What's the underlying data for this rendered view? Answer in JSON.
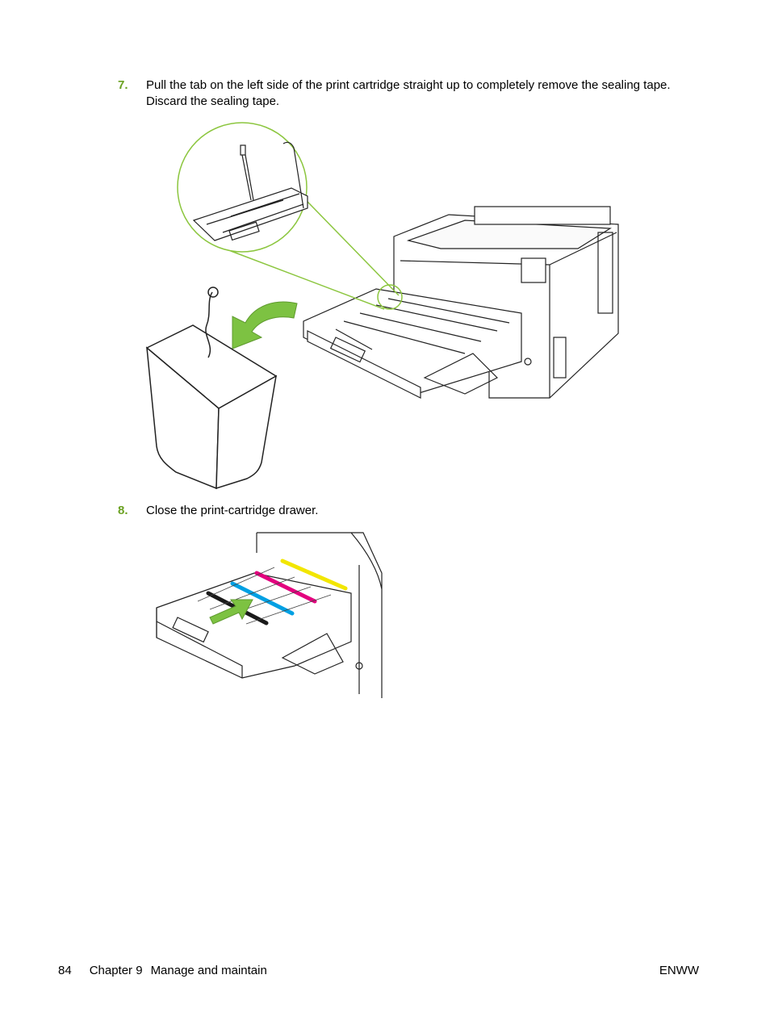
{
  "steps": [
    {
      "number": "7.",
      "text": "Pull the tab on the left side of the print cartridge straight up to completely remove the sealing tape. Discard the sealing tape."
    },
    {
      "number": "8.",
      "text": "Close the print-cartridge drawer."
    }
  ],
  "footer": {
    "page_number": "84",
    "chapter": "Chapter 9",
    "chapter_title": "Manage and maintain",
    "locale_code": "ENWW"
  },
  "colors": {
    "step_number": "#6aa121",
    "arrow": "#7dc242",
    "callout": "#8cc63f",
    "yellow_toner": "#f2e600",
    "magenta_toner": "#e3007e",
    "cyan_toner": "#00a0e3",
    "black_toner": "#1a1a1a"
  }
}
